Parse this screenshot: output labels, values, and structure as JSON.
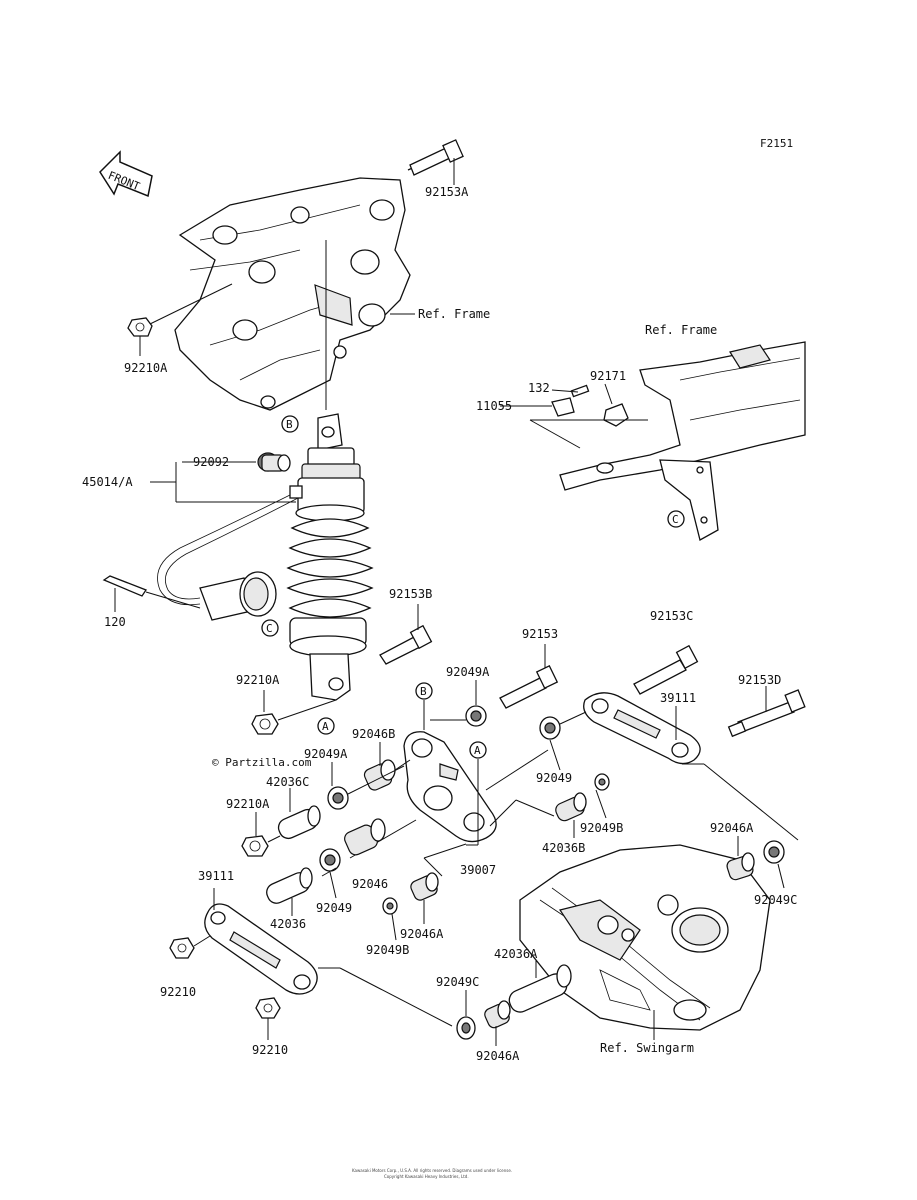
{
  "figure_code": "F2151",
  "front_label": "FRONT",
  "watermark": "© Partzilla.com",
  "footer_line1": "Kawasaki Motors Corp., U.S.A. All rights reserved. Diagrams used under license.",
  "footer_line2": "Copyright Kawasaki Heavy Industries, Ltd.",
  "refs": {
    "frame_left": "Ref. Frame",
    "frame_right": "Ref. Frame",
    "swingarm": "Ref. Swingarm"
  },
  "markers": {
    "b_top": "B",
    "c_right": "C",
    "c_left": "C",
    "a_shock": "A",
    "b_link": "B",
    "a_link": "A"
  },
  "parts": {
    "p92153A": "92153A",
    "p92210A_top": "92210A",
    "p132": "132",
    "p92171": "92171",
    "p11055": "11055",
    "p92092": "92092",
    "p45014A": "45014/A",
    "p120": "120",
    "p92153B": "92153B",
    "p92153C": "92153C",
    "p92153": "92153",
    "p92153D": "92153D",
    "p92210A_mid": "92210A",
    "p92049A_a": "92049A",
    "p39111_r": "39111",
    "p92046B": "92046B",
    "p92049A_b": "92049A",
    "p42036C": "42036C",
    "p92049_r": "92049",
    "p92210A_low": "92210A",
    "p92049B_a": "92049B",
    "p42036B": "42036B",
    "p92046A_r": "92046A",
    "p39007": "39007",
    "p92046": "92046",
    "p39111_l": "39111",
    "p92049C_r": "92049C",
    "p92049_l": "92049",
    "p42036": "42036",
    "p92046A_m": "92046A",
    "p92049B_b": "92049B",
    "p42036A": "42036A",
    "p92210_a": "92210",
    "p92049C_b": "92049C",
    "p92210_b": "92210",
    "p92046A_b": "92046A"
  }
}
